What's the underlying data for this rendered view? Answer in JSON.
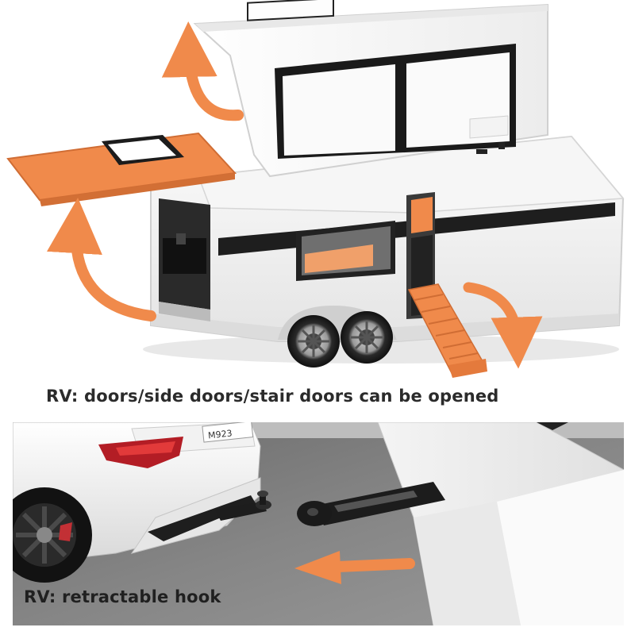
{
  "captions": {
    "top": "RV: doors/side doors/stair doors can be opened",
    "bottom": "RV: retractable hook"
  },
  "car": {
    "plate_text": "M923"
  },
  "icons": {
    "arrows": "curved-arrow-icon",
    "pull_arrow": "arrow-left-icon"
  },
  "colors": {
    "accent_orange": "#f08a4b",
    "rv_white": "#f2f2f2",
    "stripe": "#1e1e1e",
    "caption": "#2b2b2b"
  }
}
